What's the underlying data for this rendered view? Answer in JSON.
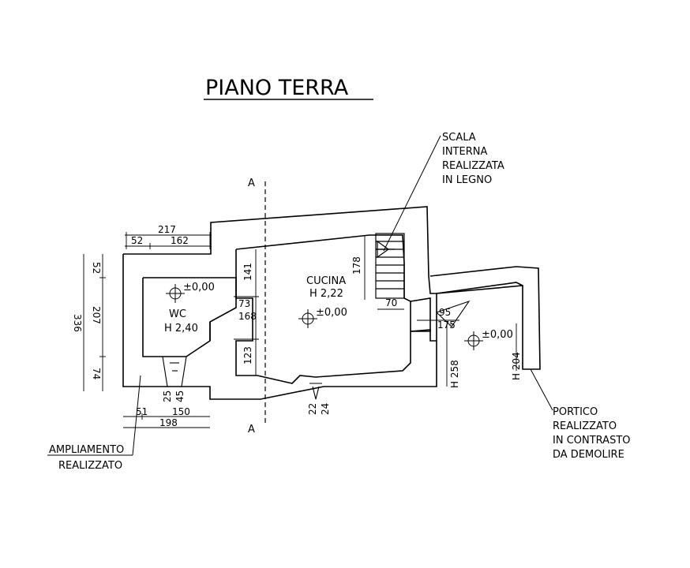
{
  "title": "PIANO TERRA",
  "section_mark": "A",
  "rooms": {
    "cucina": {
      "name": "CUCINA",
      "height": "H 2,22",
      "level": "±0,00"
    },
    "wc": {
      "name": "WC",
      "height": "H 2,40",
      "level": "±0,00"
    },
    "portico": {
      "level": "±0,00"
    }
  },
  "notes": {
    "scala": [
      "SCALA",
      "INTERNA",
      "REALIZZATA",
      "IN LEGNO"
    ],
    "ampliamento": [
      "AMPLIAMENTO",
      "REALIZZATO"
    ],
    "portico": [
      "PORTICO",
      "REALIZZATO",
      "IN CONTRASTO",
      "DA DEMOLIRE"
    ]
  },
  "dims": {
    "top_217": "217",
    "top_52": "52",
    "top_162": "162",
    "left_52": "52",
    "left_207": "207",
    "left_336": "336",
    "left_74": "74",
    "wall_141": "141",
    "wall_73": "73",
    "wall_168": "168",
    "wall_123": "123",
    "stair_178": "178",
    "stair_70": "70",
    "door_95": "95",
    "door_175": "175",
    "h258": "H 258",
    "h204": "H 204",
    "bottom_25": "25",
    "bottom_45": "45",
    "bottom_22": "22",
    "bottom_24": "24",
    "bottom_51": "51",
    "bottom_150": "150",
    "bottom_198": "198"
  },
  "colors": {
    "ink": "#000000",
    "paper": "#ffffff"
  }
}
